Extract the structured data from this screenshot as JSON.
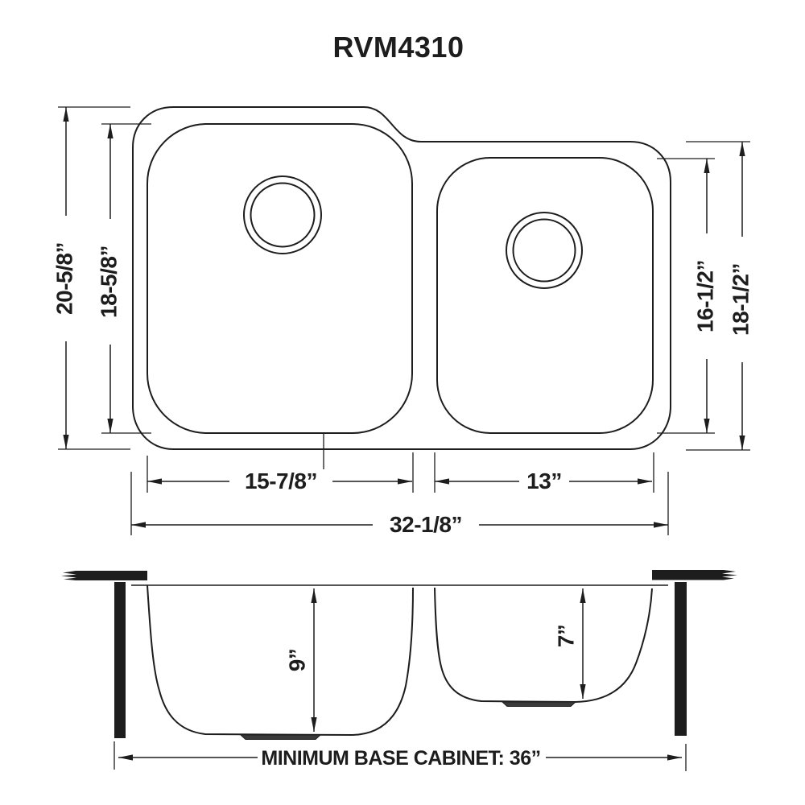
{
  "title": "RVM4310",
  "colors": {
    "ink": "#1d1d1d",
    "background": "#ffffff"
  },
  "top_view": {
    "overall_height_label": "20-5/8”",
    "left_bowl_height_label": "18-5/8”",
    "right_bowl_height_label": "16-1/2”",
    "right_overall_height_label": "18-1/2”",
    "left_bowl_width_label": "15-7/8”",
    "right_bowl_width_label": "13”",
    "overall_width_label": "32-1/8”"
  },
  "section_view": {
    "left_bowl_depth_label": "9”",
    "right_bowl_depth_label": "7”",
    "base_cabinet_label": "MINIMUM BASE CABINET: 36”"
  }
}
